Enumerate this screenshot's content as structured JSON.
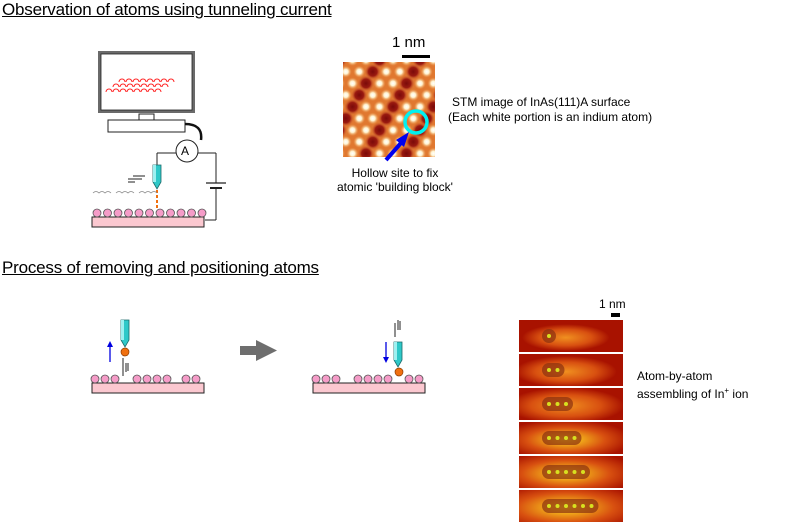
{
  "section1": {
    "heading": "Observation of atoms using tunneling current",
    "ammeter_symbol": "A",
    "scale_label": "1 nm",
    "stm_caption_line1": "STM image of InAs(111)A  surface",
    "stm_caption_line2": "(Each white  portion is an indium atom)",
    "hollow_label_line1": "Hollow site to fix",
    "hollow_label_line2": "atomic 'building block'"
  },
  "section2": {
    "heading": "Process of removing and positioning atoms",
    "scale_label": "1 nm",
    "assembly_caption_line1": "Atom-by-atom",
    "assembly_caption_line2_prefix": "assembling of In",
    "assembly_caption_superscript": "+",
    "assembly_caption_line2_suffix": " ion",
    "assembly_frames": [
      {
        "atom_count": 1
      },
      {
        "atom_count": 2
      },
      {
        "atom_count": 3
      },
      {
        "atom_count": 4
      },
      {
        "atom_count": 5
      },
      {
        "atom_count": 6
      }
    ]
  },
  "colors": {
    "substrate": "#fbc8d0",
    "surface_atom": "#f59cc8",
    "tip": "#2ec8c8",
    "picked_atom": "#f07010",
    "direction_arrow": "#0000e0",
    "hollow_marker": "#00f0f0",
    "pointer_arrow": "#0000ee",
    "process_arrow": "#707070",
    "screen_pattern": "#ff2020"
  }
}
